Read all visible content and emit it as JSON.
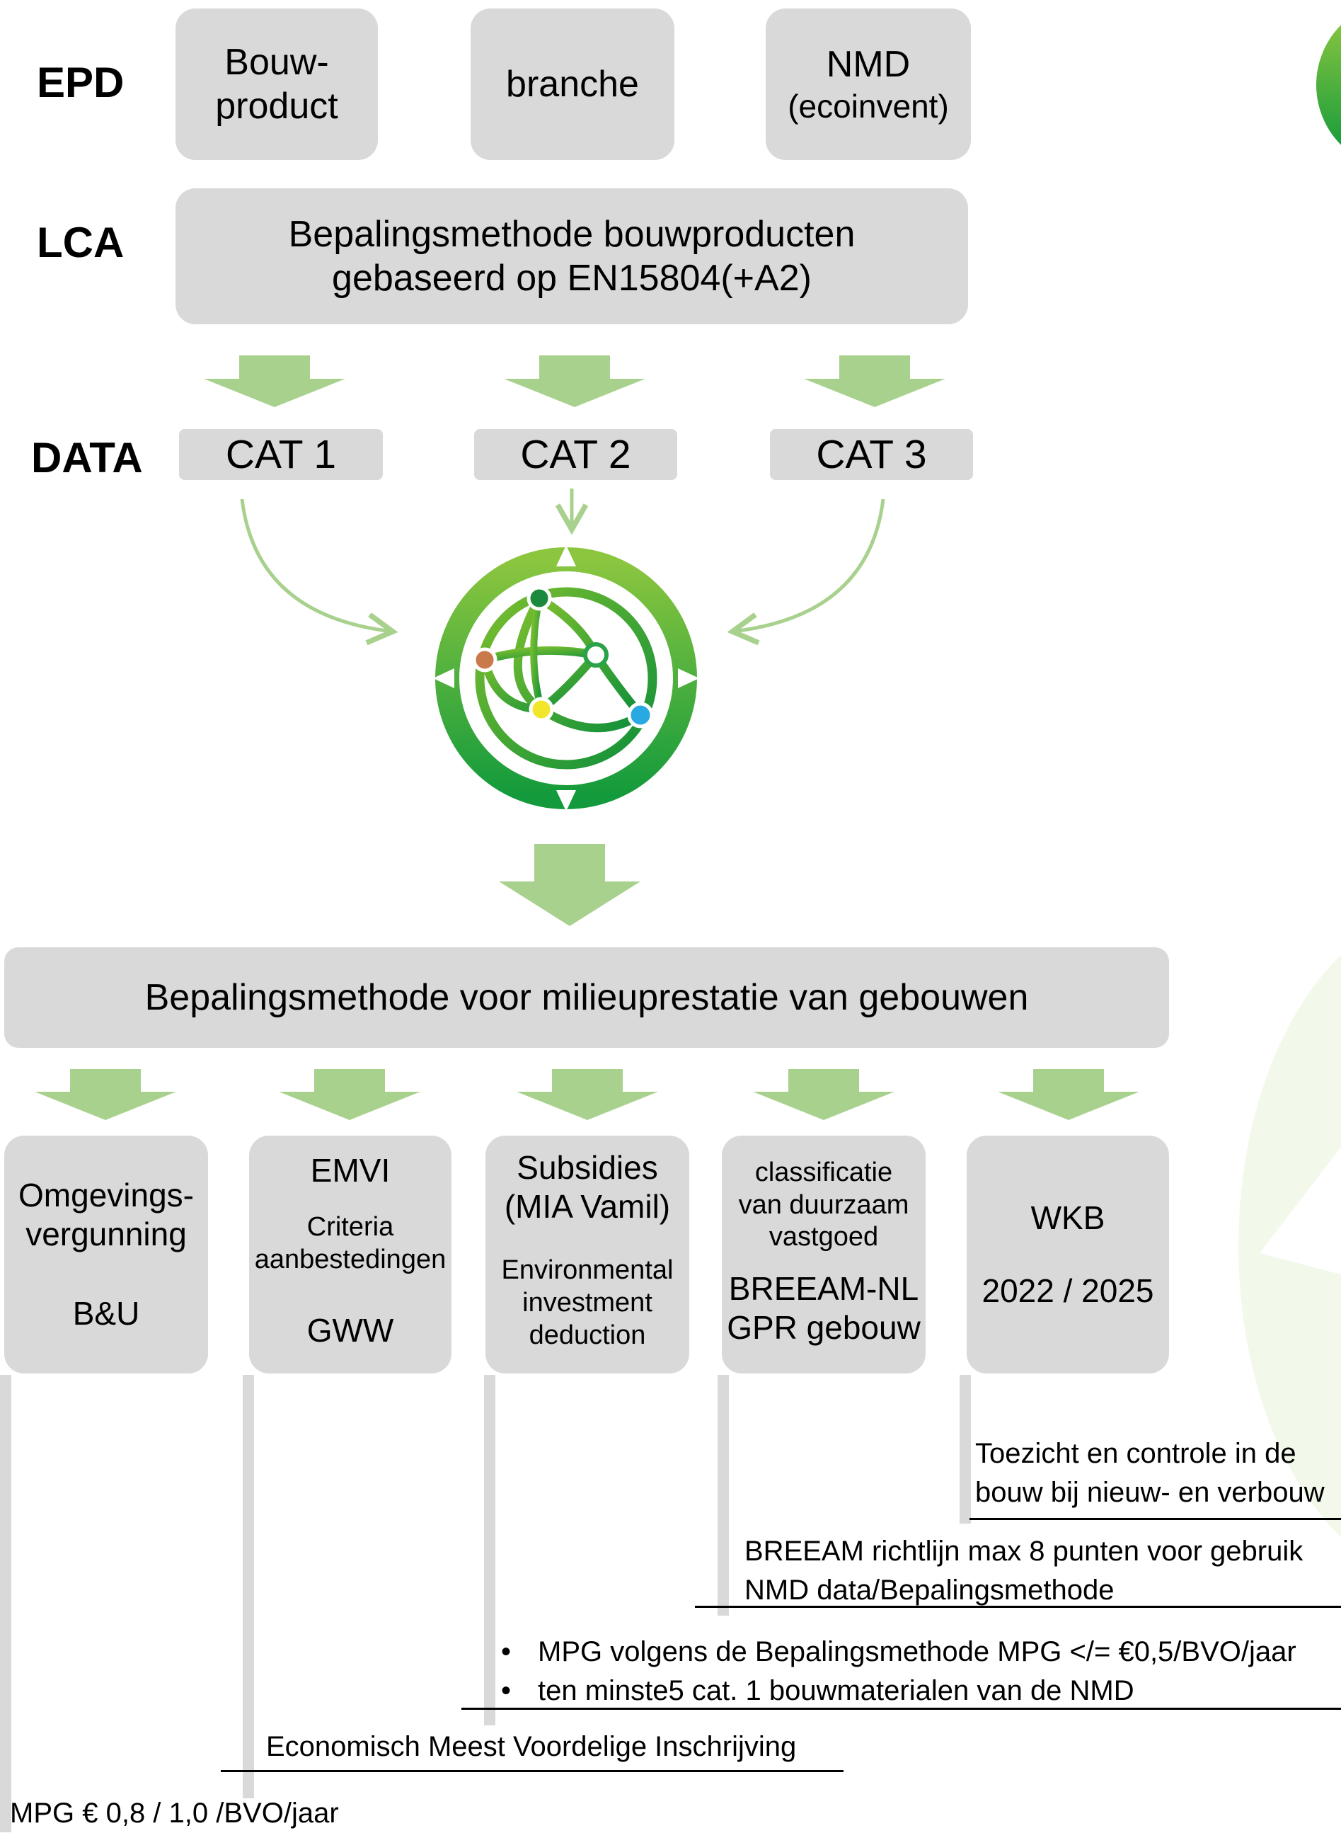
{
  "rows": {
    "epd": "EPD",
    "lca": "LCA",
    "data": "DATA"
  },
  "epd_boxes": {
    "bouwproduct_line1": "Bouw-",
    "bouwproduct_line2": "product",
    "branche": "branche",
    "nmd_line1": "NMD",
    "nmd_line2": "(ecoinvent)"
  },
  "lca_box": {
    "line1": "Bepalingsmethode bouwproducten",
    "line2": "gebaseerd op EN15804(+A2)"
  },
  "categories": [
    "CAT 1",
    "CAT 2",
    "CAT 3"
  ],
  "main_method": "Bepalingsmethode voor milieuprestatie van gebouwen",
  "applications": {
    "omgevings": {
      "line1": "Omgevings-",
      "line2": "vergunning",
      "line3": "B&U"
    },
    "emvi": {
      "title": "EMVI",
      "line1": "Criteria",
      "line2": "aanbestedingen",
      "line3": "GWW"
    },
    "subsidies": {
      "line1": "Subsidies",
      "line2": "(MIA Vamil)",
      "line3": "Environmental",
      "line4": "investment",
      "line5": "deduction"
    },
    "classificatie": {
      "line1": "classificatie",
      "line2": "van duurzaam",
      "line3": "vastgoed",
      "line4": "BREEAM-NL",
      "line5": "GPR gebouw"
    },
    "wkb": {
      "title": "WKB",
      "years": "2022 / 2025"
    }
  },
  "annotations": {
    "wkb_line1": "Toezicht en controle in de",
    "wkb_line2": "bouw bij nieuw- en verbouw",
    "breeam_line1": "BREEAM richtlijn max 8 punten voor gebruik",
    "breeam_line2": "NMD data/Bepalingsmethode",
    "subsidies_bullet1": "MPG volgens de Bepalingsmethode MPG </= €0,5/BVO/jaar",
    "subsidies_bullet2": "ten minste5 cat. 1 bouwmaterialen van de NMD",
    "emvi": "Economisch Meest Voordelige Inschrijving",
    "omgevings": "MPG € 0,8 / 1,0 /BVO/jaar"
  },
  "colors": {
    "box_gray": "#d9d9d9",
    "arrow_green": "#a9d18e",
    "logo_green_dark": "#1a9a3a",
    "logo_green_light": "#8cc63f"
  },
  "icons": [
    "nmd-globe-logo-icon",
    "nmd-logo-partial-icon"
  ]
}
